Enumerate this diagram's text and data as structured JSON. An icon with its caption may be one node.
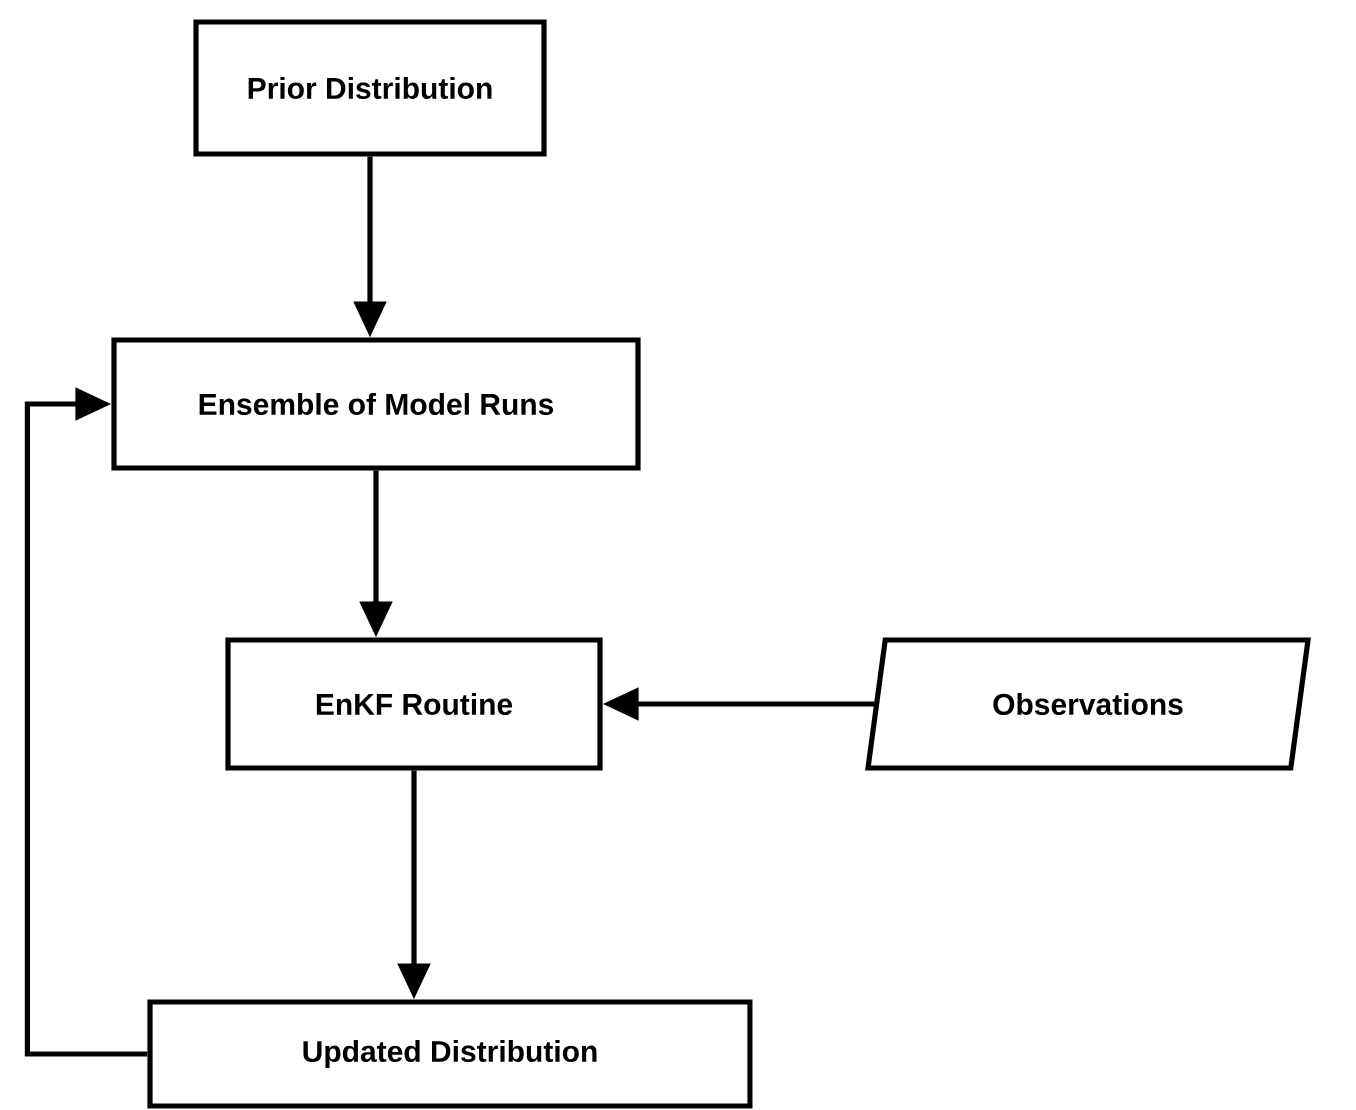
{
  "diagram": {
    "nodes": [
      {
        "text": [
          "Prior Distribution"
        ]
      },
      {
        "text": [
          "Ensemble of Model Runs"
        ]
      },
      {
        "text": [
          "EnKF Routine"
        ]
      },
      {
        "text": [
          "Observations"
        ]
      },
      {
        "text": [
          "Updated Distribution"
        ]
      }
    ],
    "edges": [
      {
        "from": 0,
        "to": 1,
        "arrow": "to"
      },
      {
        "from": 1,
        "to": 2,
        "arrow": "to"
      },
      {
        "from": 3,
        "to": 2,
        "arrow": "to"
      },
      {
        "from": 2,
        "to": 4,
        "arrow": "to"
      },
      {
        "from": 4,
        "to": 1,
        "arrow": "to"
      }
    ]
  }
}
